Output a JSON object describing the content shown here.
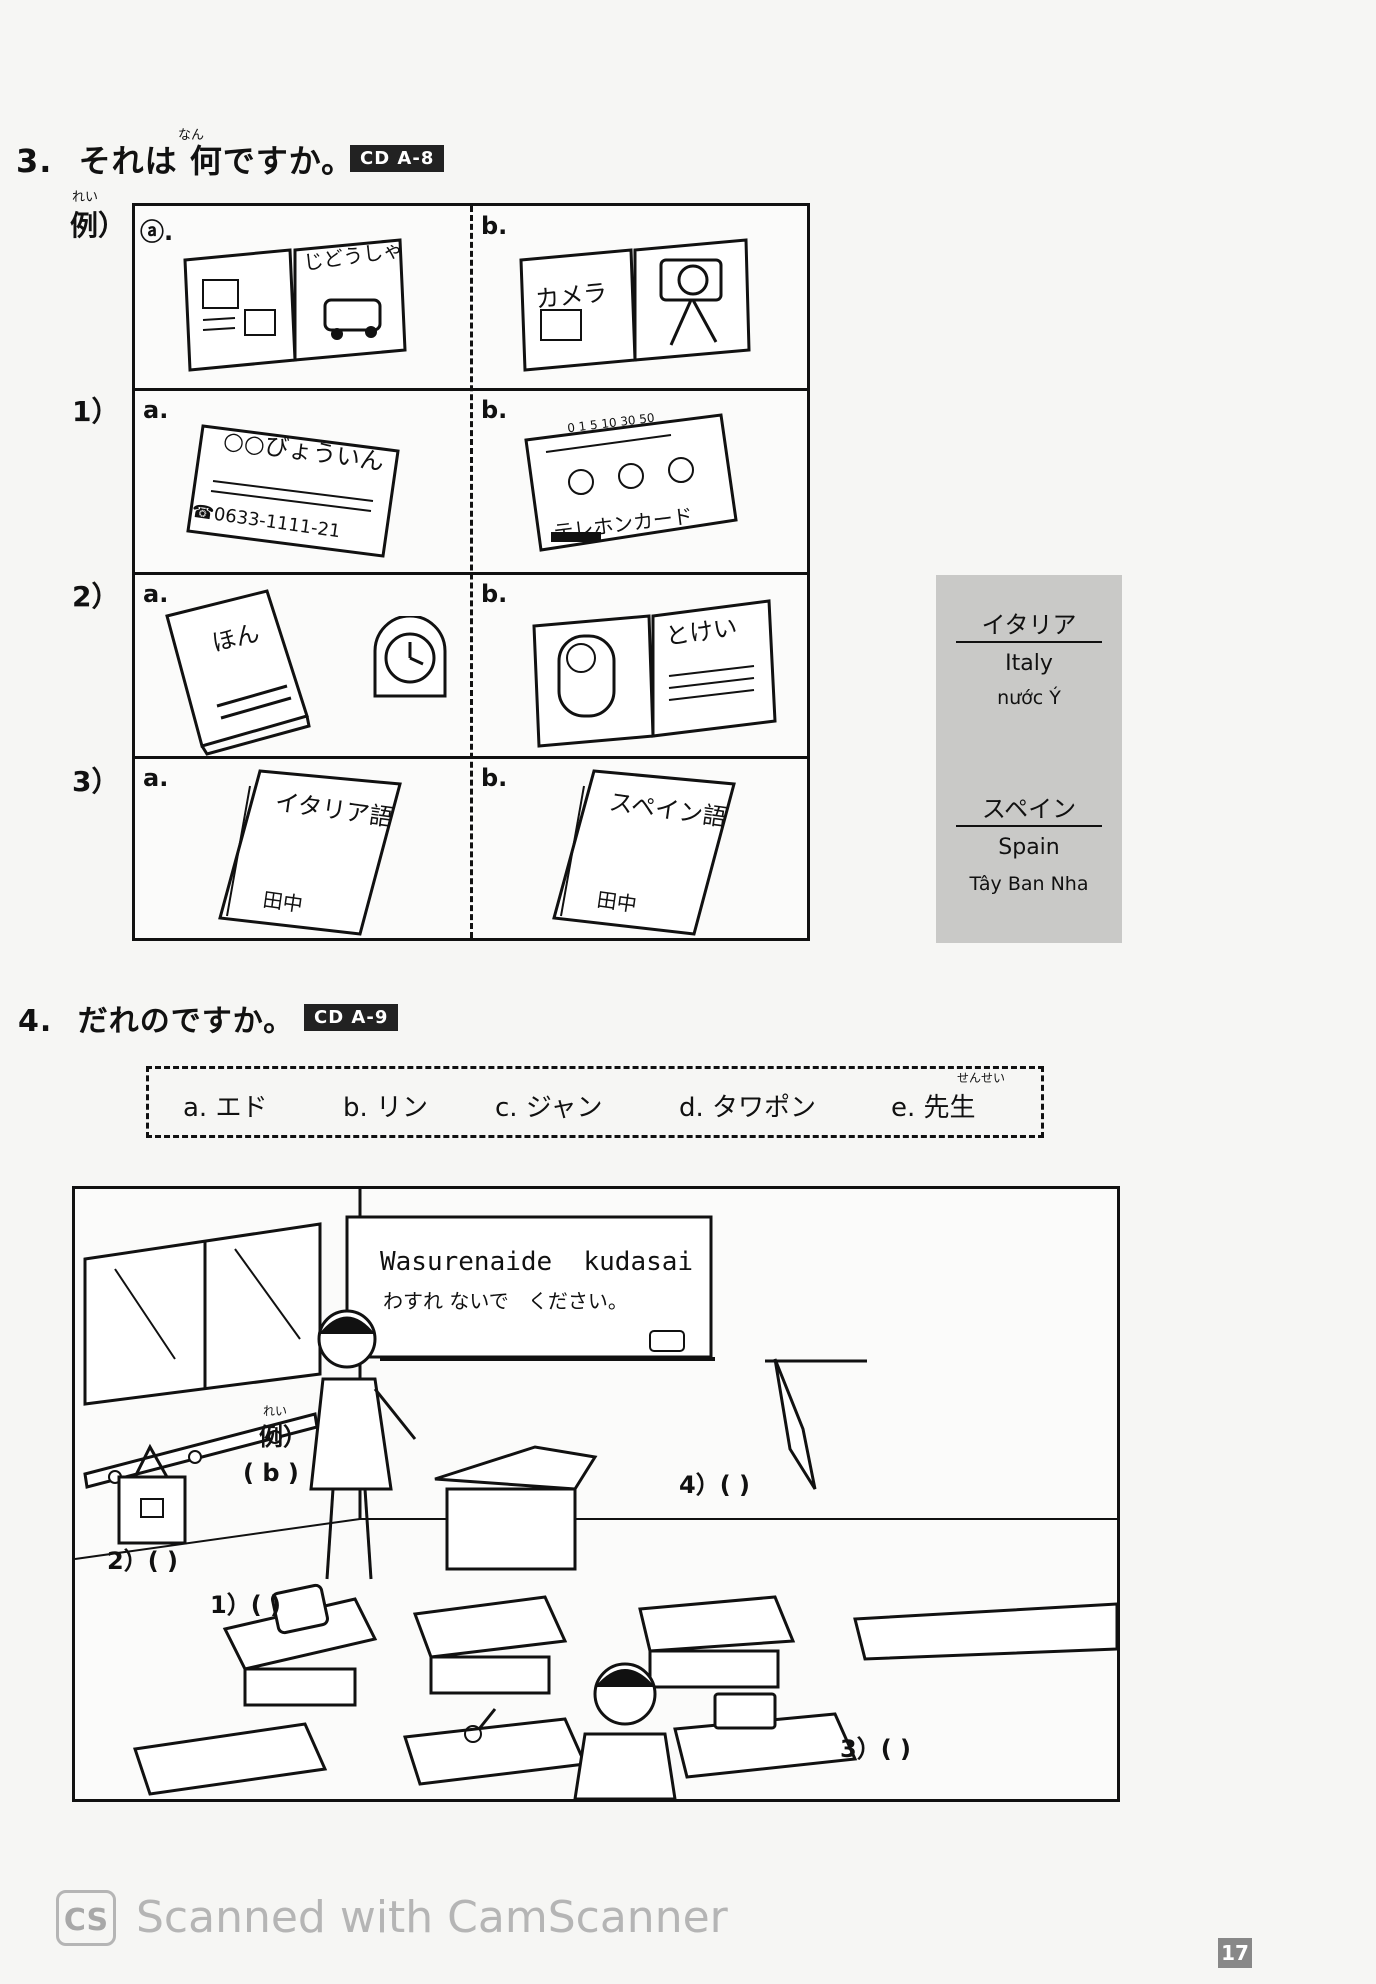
{
  "section3": {
    "number": "3.",
    "title": "それは 何ですか。",
    "title_ruby": "なん",
    "cd": "CD A-8",
    "example_label": "例）",
    "example_ruby": "れい",
    "rows": [
      {
        "label": "",
        "a_letter": "ⓐ.",
        "b_letter": "b.",
        "a_text": "じどうしゃ",
        "b_text": "カメラ"
      },
      {
        "label": "1）",
        "a_letter": "a.",
        "b_letter": "b.",
        "a_text": "○○びょういん",
        "a_sub": "☎0633-1111-21",
        "b_text": "テレホンカード",
        "b_scale": "0 1 5 10 30 50"
      },
      {
        "label": "2）",
        "a_letter": "a.",
        "b_letter": "b.",
        "a_text": "ほん",
        "b_text": "とけい"
      },
      {
        "label": "3）",
        "a_letter": "a.",
        "b_letter": "b.",
        "a_text": "イタリア語",
        "a_sub": "田中",
        "b_text": "スペイン語",
        "b_sub": "田中"
      }
    ]
  },
  "languages": [
    {
      "ja": "イタリア",
      "en": "Italy",
      "vi": "nước Ý"
    },
    {
      "ja": "スペイン",
      "en": "Spain",
      "vi": "Tây Ban Nha"
    }
  ],
  "section4": {
    "number": "4.",
    "title": "だれのですか。",
    "cd": "CD A-9",
    "options": [
      "a. エド",
      "b. リン",
      "c. ジャン",
      "d. タワポン",
      "e. 先生"
    ],
    "option_ruby": "せんせい",
    "board_line1": "Wasurenaide  kudasai",
    "board_line2": "わすれ ないで   ください。",
    "example_label": "例）",
    "example_ruby": "れい",
    "example_answer": "( b )",
    "blanks": [
      "1）(      )",
      "2）(      )",
      "3）(      )",
      "4）(      )"
    ]
  },
  "footer": {
    "logo": "CS",
    "text": "Scanned with CamScanner",
    "page": "17"
  }
}
